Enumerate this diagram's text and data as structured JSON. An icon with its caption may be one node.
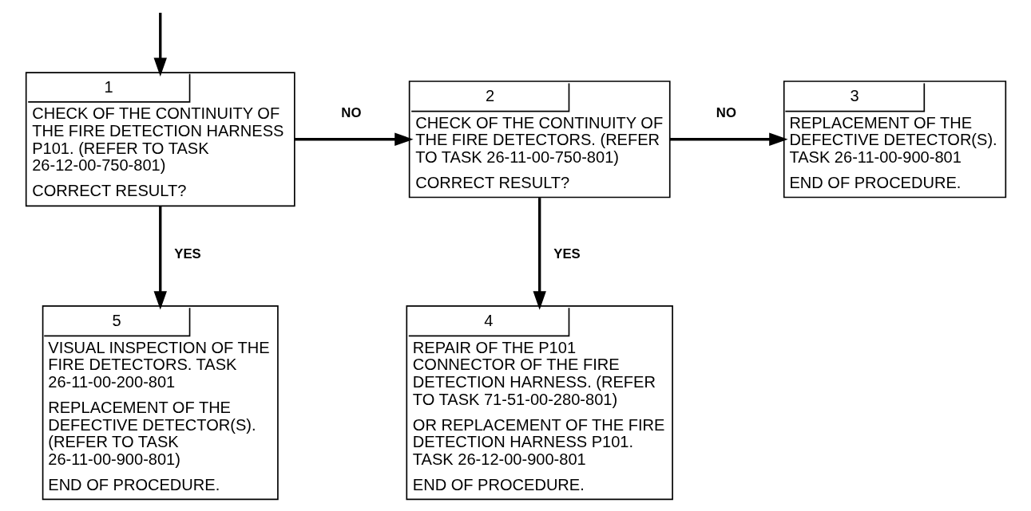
{
  "diagram": {
    "nodes": [
      {
        "text": [
          "1",
          "CHECK OF THE CONTINUITY OF THE FIRE DETECTION HARNESS P101. (REFER TO TASK 26-12-00-750-801)",
          "CORRECT RESULT?"
        ]
      },
      {
        "text": [
          "2",
          "CHECK OF THE CONTINUITY OF THE FIRE DETECTORS. (REFER TO TASK 26-11-00-750-801)",
          "CORRECT RESULT?"
        ]
      },
      {
        "text": [
          "3",
          "REPLACEMENT OF THE DEFECTIVE DETECTOR(S). TASK 26-11-00-900-801",
          "END OF PROCEDURE."
        ]
      },
      {
        "text": [
          "5",
          "VISUAL INSPECTION OF THE FIRE DETECTORS. TASK 26-11-00-200-801",
          "REPLACEMENT OF THE DEFECTIVE DETECTOR(S). (REFER TO TASK 26-11-00-900-801)",
          "END OF PROCEDURE."
        ]
      },
      {
        "text": [
          "4",
          "REPAIR OF THE P101 CONNECTOR OF THE FIRE DETECTION HARNESS. (REFER TO TASK 71-51-00-280-801)",
          "OR REPLACEMENT OF THE FIRE DETECTION HARNESS P101. TASK 26-12-00-900-801",
          "END OF PROCEDURE."
        ]
      }
    ],
    "edges": [
      {
        "from": null,
        "to": 0,
        "arrow": "to"
      },
      {
        "from": 0,
        "to": 1,
        "arrow": "to",
        "label": "NO"
      },
      {
        "from": 1,
        "to": 2,
        "arrow": "to",
        "label": "NO"
      },
      {
        "from": 0,
        "to": 3,
        "arrow": "to",
        "label": "YES"
      },
      {
        "from": 1,
        "to": 4,
        "arrow": "to",
        "label": "YES"
      }
    ]
  }
}
